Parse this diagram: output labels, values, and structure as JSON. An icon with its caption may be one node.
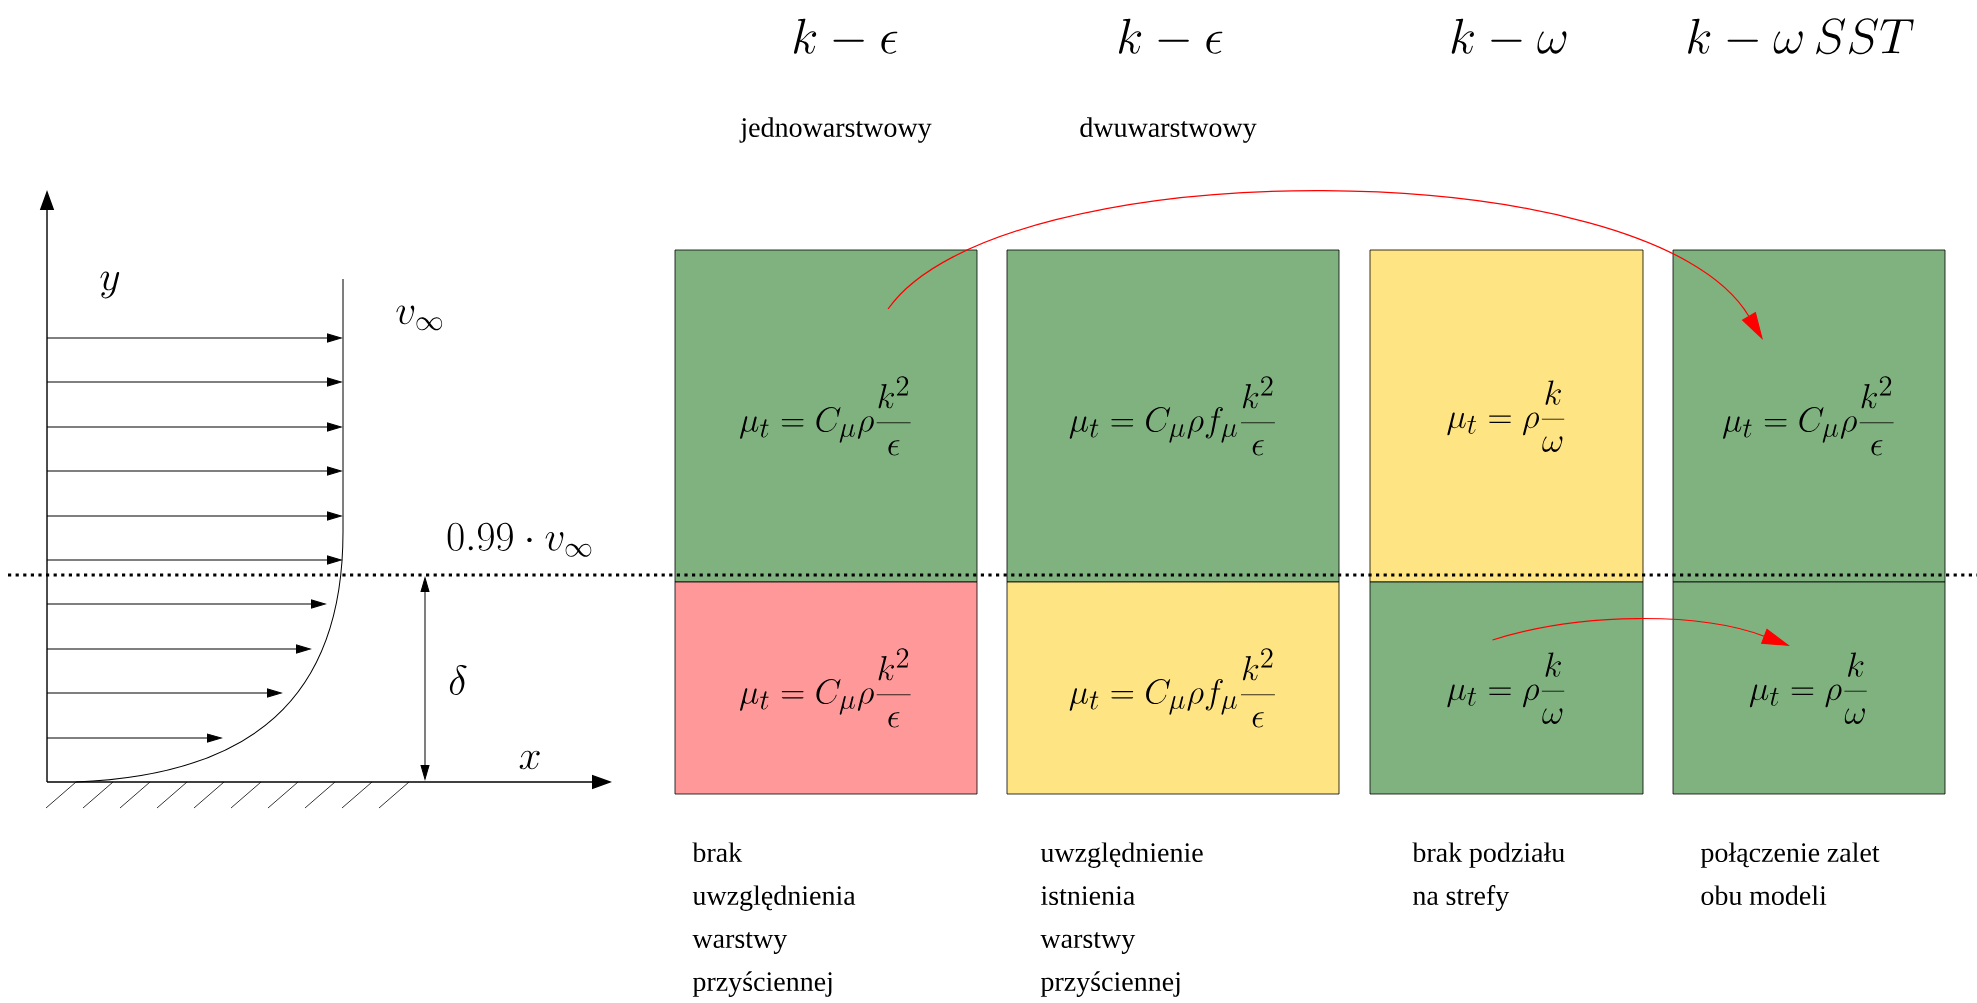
{
  "diagram": {
    "nodes": [
      {
        "text": [
          "\\mu_t=C_\\mu\\rho\\frac{k^2}{\\epsilon}"
        ]
      },
      {
        "text": [
          "\\mu_t=C_\\mu\\rho f_\\mu\\frac{k^2}{\\epsilon}"
        ]
      },
      {
        "text": [
          "\\mu_t=\\rho\\frac{k}{\\omega}"
        ]
      },
      {
        "text": [
          "\\mu_t=C_\\mu\\rho\\frac{k^2}{\\epsilon}"
        ]
      },
      {
        "text": [
          "\\mu_t=C_\\mu\\rho\\frac{k^2}{\\epsilon}"
        ]
      },
      {
        "text": [
          "\\mu_t=C_\\mu\\rho f_\\mu\\frac{k^2}{\\epsilon}"
        ]
      },
      {
        "text": [
          "\\mu_t=\\rho\\frac{k}{\\omega}"
        ]
      },
      {
        "text": [
          "\\mu_t=\\rho\\frac{k}{\\omega}"
        ]
      }
    ],
    "edges": [
      {
        "from": 0,
        "to": 3,
        "arrow": "to"
      },
      {
        "from": 6,
        "to": 7,
        "arrow": "to"
      }
    ],
    "labels": [
      "k-\\epsilon",
      "k-\\epsilon",
      "k-\\omega",
      "k-\\omega\\, SST",
      "jednowarstwowy",
      "dwuwarstwowy",
      "y",
      "v_\\infty",
      "0.99\\cdot v_\\infty",
      "\\delta",
      "x",
      "brak uwzględnienia warstwy przyściennej",
      "uwzględnienie istnienia warstwy przyściennej",
      "brak podziału na strefy",
      "połączenie zalet obu modeli"
    ]
  }
}
